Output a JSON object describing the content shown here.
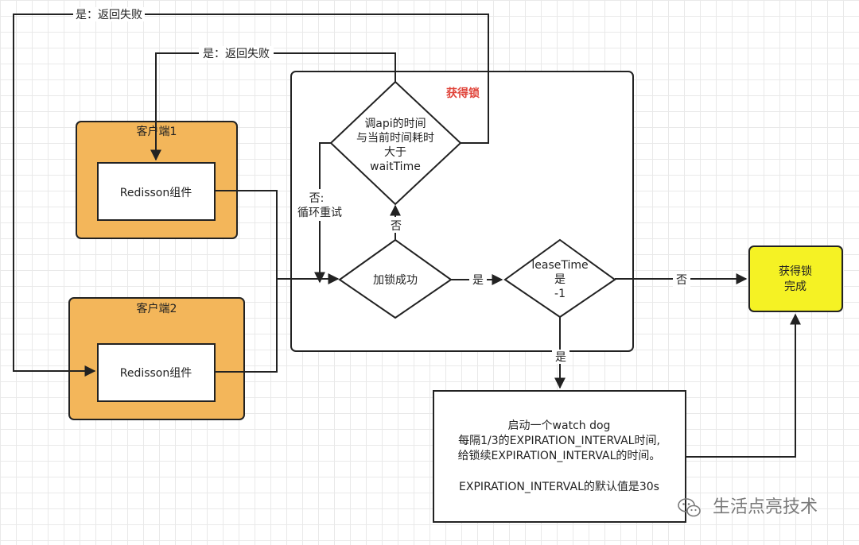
{
  "colors": {
    "client_fill": "#f3b65a",
    "done_fill": "#f5f224",
    "line": "#222222",
    "title_red": "#e0443a",
    "watermark": "#7a7a7a"
  },
  "clients": [
    {
      "title": "客户端1",
      "component": "Redisson组件"
    },
    {
      "title": "客户端2",
      "component": "Redisson组件"
    }
  ],
  "acquire_group": {
    "title": "获得锁"
  },
  "decision_wait": {
    "lines": [
      "调api的时间",
      "与当前时间耗时",
      "大于",
      "waitTime"
    ]
  },
  "decision_lock": {
    "label": "加锁成功"
  },
  "decision_lease": {
    "lines": [
      "leaseTime",
      "是",
      "-1"
    ]
  },
  "done": {
    "lines": [
      "获得锁",
      "完成"
    ]
  },
  "watchdog": {
    "lines": [
      "启动一个watch dog",
      "每隔1/3的EXPIRATION_INTERVAL时间,",
      "给锁续EXPIRATION_INTERVAL的时间。",
      "",
      "EXPIRATION_INTERVAL的默认值是30s"
    ]
  },
  "edge_labels": {
    "fail_top": "是：返回失败",
    "fail_second": "是：返回失败",
    "retry_line1": "否:",
    "retry_line2": "循环重试",
    "lock_no": "否",
    "lock_yes": "是",
    "lease_no": "否",
    "lease_yes": "是"
  },
  "watermark": {
    "text": "生活点亮技术",
    "icon": "wechat-icon"
  }
}
